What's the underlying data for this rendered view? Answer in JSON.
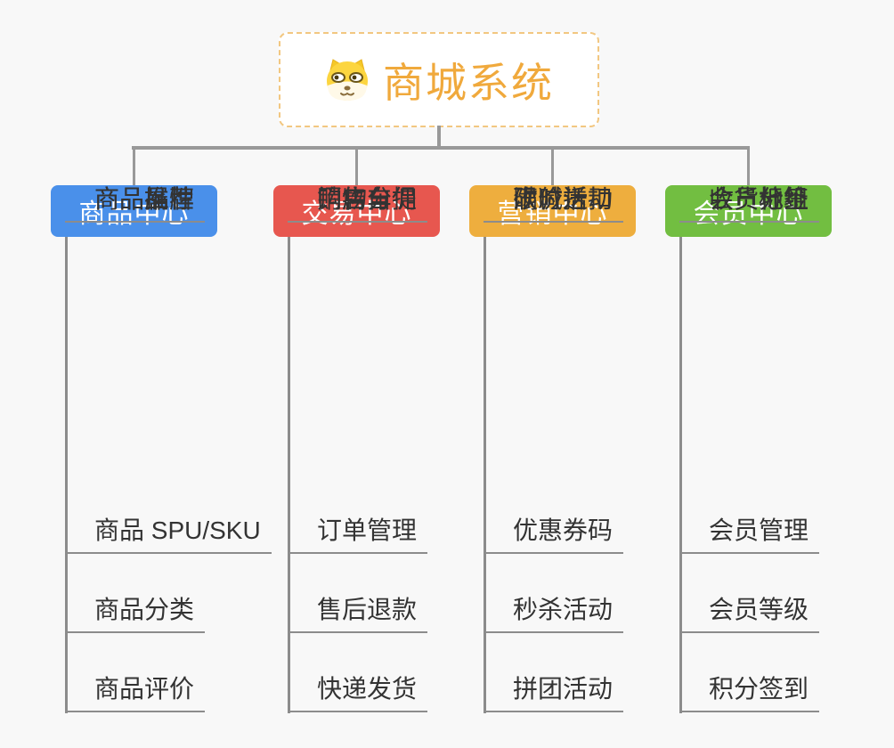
{
  "root": {
    "title": "商城系统",
    "icon": "dog-face-icon"
  },
  "branches": [
    {
      "label": "商品中心",
      "color": "#4A90EA",
      "items": [
        "商品 SPU/SKU",
        "商品分类",
        "商品评价",
        "商品属性",
        "商品推荐",
        "商品品牌"
      ]
    },
    {
      "label": "交易中心",
      "color": "#E7574F",
      "items": [
        "订单管理",
        "售后退款",
        "快递发货",
        "门店自提",
        "购物车",
        "销售分佣"
      ]
    },
    {
      "label": "营销中心",
      "color": "#EEAE3E",
      "items": [
        "优惠券码",
        "秒杀活动",
        "拼团活动",
        "砍价活动",
        "限时折扣",
        "满减送"
      ]
    },
    {
      "label": "会员中心",
      "color": "#72BE41",
      "items": [
        "会员管理",
        "会员等级",
        "积分签到",
        "会员标签",
        "会员分组",
        "收货地址"
      ]
    }
  ],
  "colors": {
    "background": "#F8F8F8",
    "connector": "#999999",
    "underline": "#8C8C8C",
    "root_border": "#F2C781",
    "root_text": "#F0A93C",
    "item_text": "#333333"
  }
}
